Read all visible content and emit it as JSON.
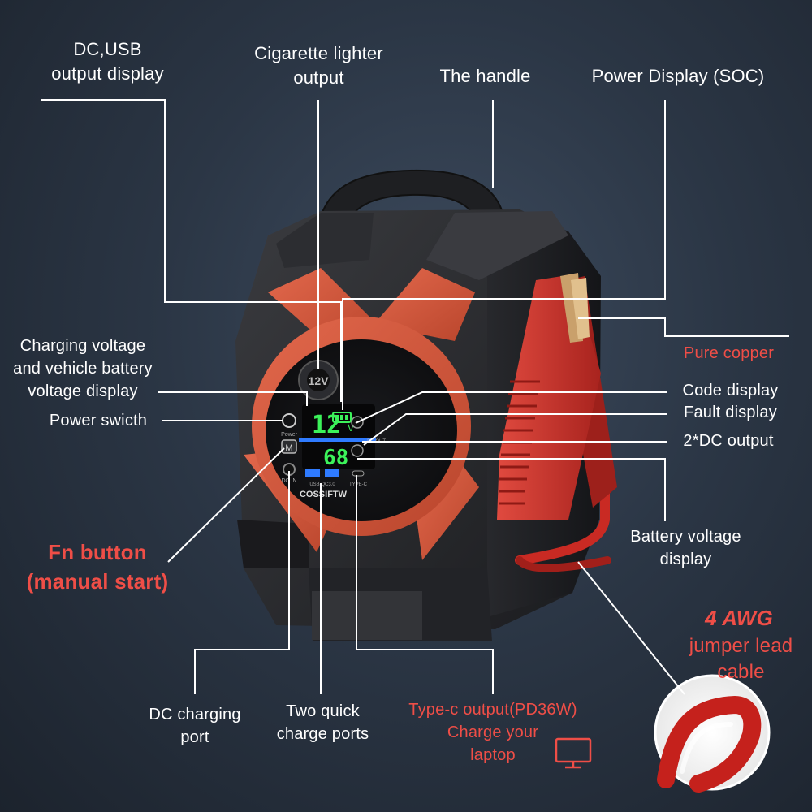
{
  "labels": {
    "dc_usb_display": [
      "DC,USB",
      "output display"
    ],
    "cig_lighter": [
      "Cigarette lighter",
      "output"
    ],
    "handle": "The handle",
    "power_display": "Power Display (SOC)",
    "pure_copper": "Pure copper",
    "charging_voltage": [
      "Charging voltage",
      "and vehicle battery",
      "voltage display"
    ],
    "power_switch": "Power swicth",
    "code_display": "Code display",
    "fault_display": "Fault display",
    "dc_output": "2*DC output",
    "battery_voltage": [
      "Battery voltage",
      "display"
    ],
    "fn_button": [
      "Fn button",
      "(manual start)"
    ],
    "awg": "4 AWG",
    "jumper_cable": [
      "jumper lead",
      "cable"
    ],
    "dc_charging_port": [
      "DC charging",
      "port"
    ],
    "quick_charge": [
      "Two quick",
      "charge ports"
    ],
    "typec": [
      "Type-c output(PD36W)",
      "Charge your",
      "laptop"
    ]
  },
  "device": {
    "brand": "COSSIFTW",
    "lcd_top": "12",
    "lcd_unit": "V",
    "lcd_bottom": "68",
    "socket_label": "12V",
    "usb_label": "USB QC3.0",
    "typec_label": "TYPE-C",
    "dc_out_label": "DC OUT",
    "power_label": "Power",
    "dcin_label": "DC IN",
    "fn_label": "M"
  },
  "icons": {
    "laptop": "monitor-icon"
  },
  "colors": {
    "accent_red": "#ef4e47",
    "device_orange": "#d8563a",
    "clamp_red": "#d7322c",
    "lcd_green": "#3cf25a",
    "lcd_blue": "#2f7bff",
    "body_dark": "#2a2b2e"
  }
}
